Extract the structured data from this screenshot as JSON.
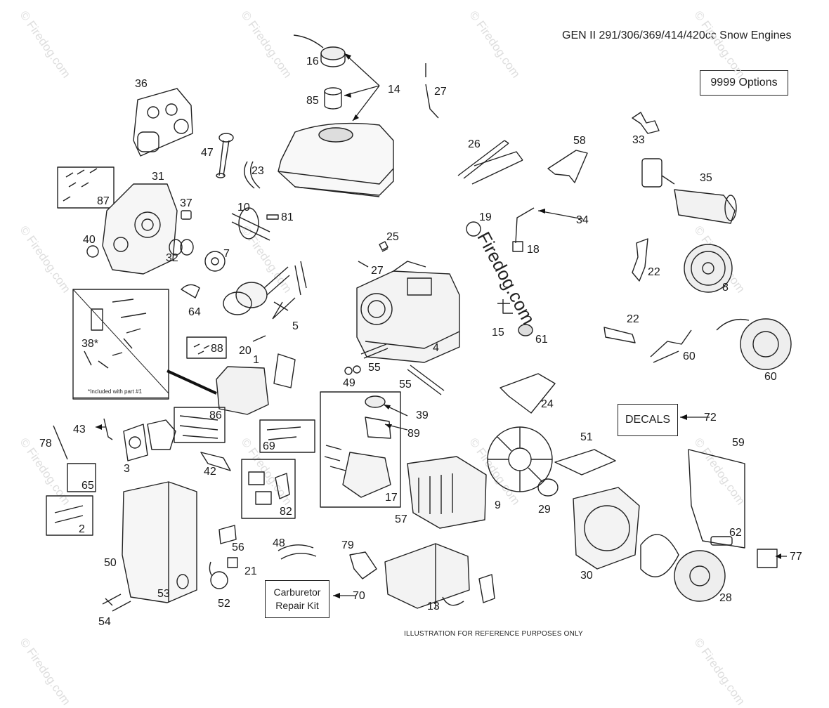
{
  "title": "GEN II 291/306/369/414/420cc Snow Engines",
  "boxes": {
    "options": "9999  Options",
    "decals": "DECALS",
    "carb_line1": "Carburetor",
    "carb_line2": "Repair Kit"
  },
  "footer": "ILLUSTRATION FOR REFERENCE PURPOSES ONLY",
  "included_note": "*Included with part #1",
  "watermark": "© Firedog.com",
  "watermark_center": "Firedog.com",
  "part_numbers": [
    "16",
    "14",
    "85",
    "27",
    "36",
    "26",
    "58",
    "33",
    "35",
    "47",
    "23",
    "31",
    "87",
    "37",
    "10",
    "81",
    "19",
    "34",
    "25",
    "18",
    "40",
    "32",
    "7",
    "27",
    "22",
    "8",
    "64",
    "38*",
    "88",
    "20",
    "1",
    "5",
    "15",
    "61",
    "4",
    "22",
    "60",
    "60",
    "55",
    "49",
    "55",
    "24",
    "39",
    "89",
    "86",
    "43",
    "78",
    "3",
    "42",
    "65",
    "69",
    "82",
    "17",
    "9",
    "29",
    "51",
    "59",
    "57",
    "2",
    "50",
    "56",
    "48",
    "79",
    "21",
    "30",
    "62",
    "77",
    "53",
    "52",
    "13",
    "28",
    "54",
    "70",
    "72"
  ]
}
